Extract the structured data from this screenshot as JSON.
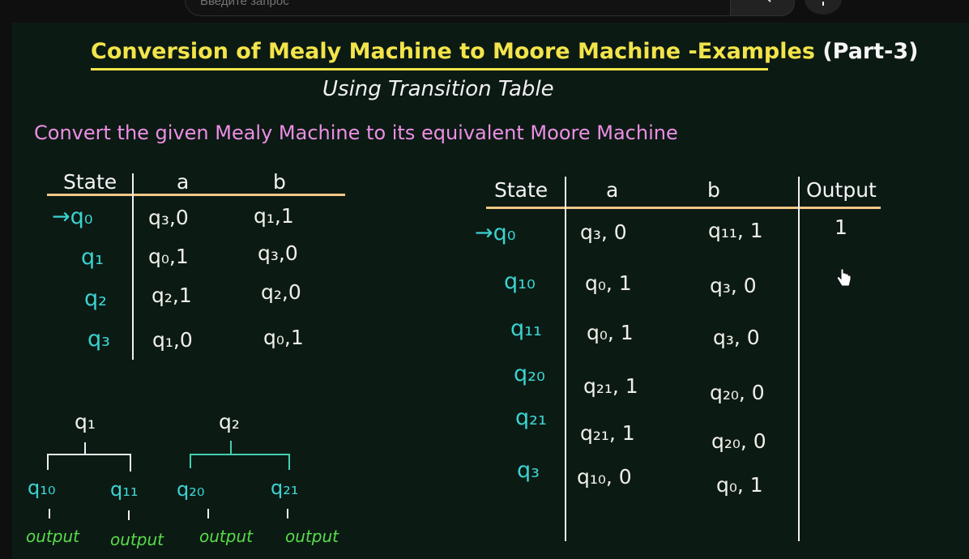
{
  "search": {
    "placeholder": "Введите запрос"
  },
  "title": {
    "main": "Conversion of Mealy Machine to Moore Machine -Examples",
    "part": "(Part-3)"
  },
  "subtitle": "Using Transition Table",
  "question": "Convert the given Mealy Machine to its equivalent Moore Machine",
  "mealy": {
    "headers": [
      "State",
      "a",
      "b"
    ],
    "rows": [
      {
        "state": "→q₀",
        "a": "q₃,0",
        "b": "q₁,1"
      },
      {
        "state": "q₁",
        "a": "q₀,1",
        "b": "q₃,0"
      },
      {
        "state": "q₂",
        "a": "q₂,1",
        "b": "q₂,0"
      },
      {
        "state": "q₃",
        "a": "q₁,0",
        "b": "q₀,1"
      }
    ]
  },
  "moore": {
    "headers": [
      "State",
      "a",
      "b",
      "Output"
    ],
    "rows": [
      {
        "state": "→q₀",
        "a": "q₃, 0",
        "b": "q₁₁, 1",
        "out": "1"
      },
      {
        "state": "q₁₀",
        "a": "q₀, 1",
        "b": "q₃, 0",
        "out": ""
      },
      {
        "state": "q₁₁",
        "a": "q₀, 1",
        "b": "q₃, 0",
        "out": ""
      },
      {
        "state": "q₂₀",
        "a": "q₂₁, 1",
        "b": "q₂₀, 0",
        "out": ""
      },
      {
        "state": "q₂₁",
        "a": "q₂₁, 1",
        "b": "q₂₀, 0",
        "out": ""
      },
      {
        "state": "q₃",
        "a": "q₁₀, 0",
        "b": "q₀, 1",
        "out": ""
      }
    ]
  },
  "split": {
    "left_root": "q₁",
    "right_root": "q₂",
    "leaves": [
      "q₁₀",
      "q₁₁",
      "q₂₀",
      "q₂₁"
    ],
    "output_label": "output"
  }
}
